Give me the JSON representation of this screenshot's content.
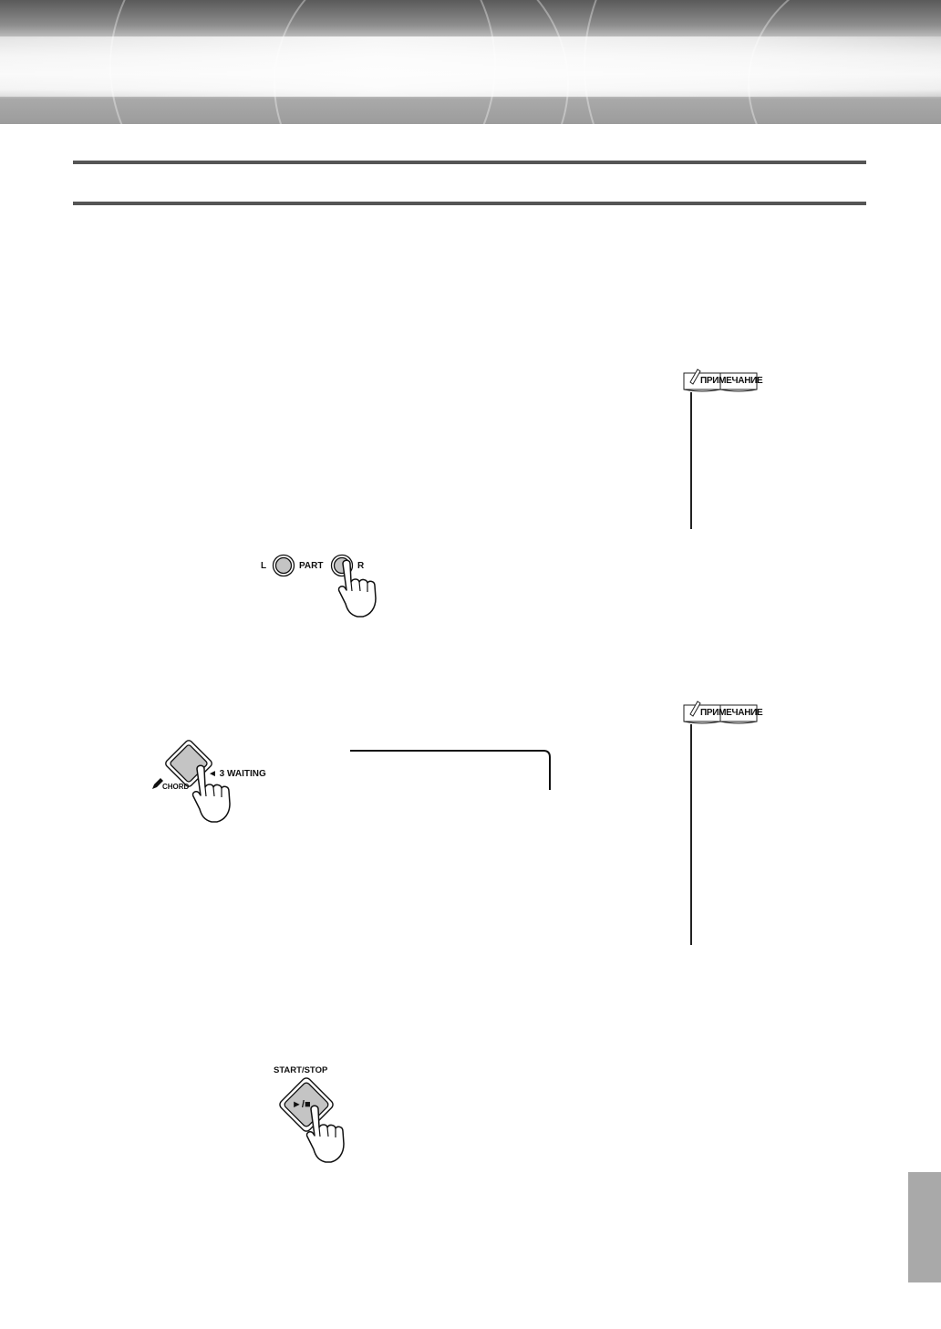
{
  "panel_part": {
    "left_label": "L",
    "part_label": "PART",
    "right_label": "R"
  },
  "panel_waiting": {
    "chord_label": "CHORD",
    "waiting_label": "◄ 3 WAITING"
  },
  "panel_start_stop": {
    "label": "START/STOP",
    "symbol": "►/■"
  },
  "notes": [
    {
      "label": "ПРИМЕЧАНИЕ"
    },
    {
      "label": "ПРИМЕЧАНИЕ"
    }
  ],
  "colors": {
    "button_fill": "#c4c4c4",
    "rule": "#555555",
    "side_tab": "#a9a9a9"
  }
}
